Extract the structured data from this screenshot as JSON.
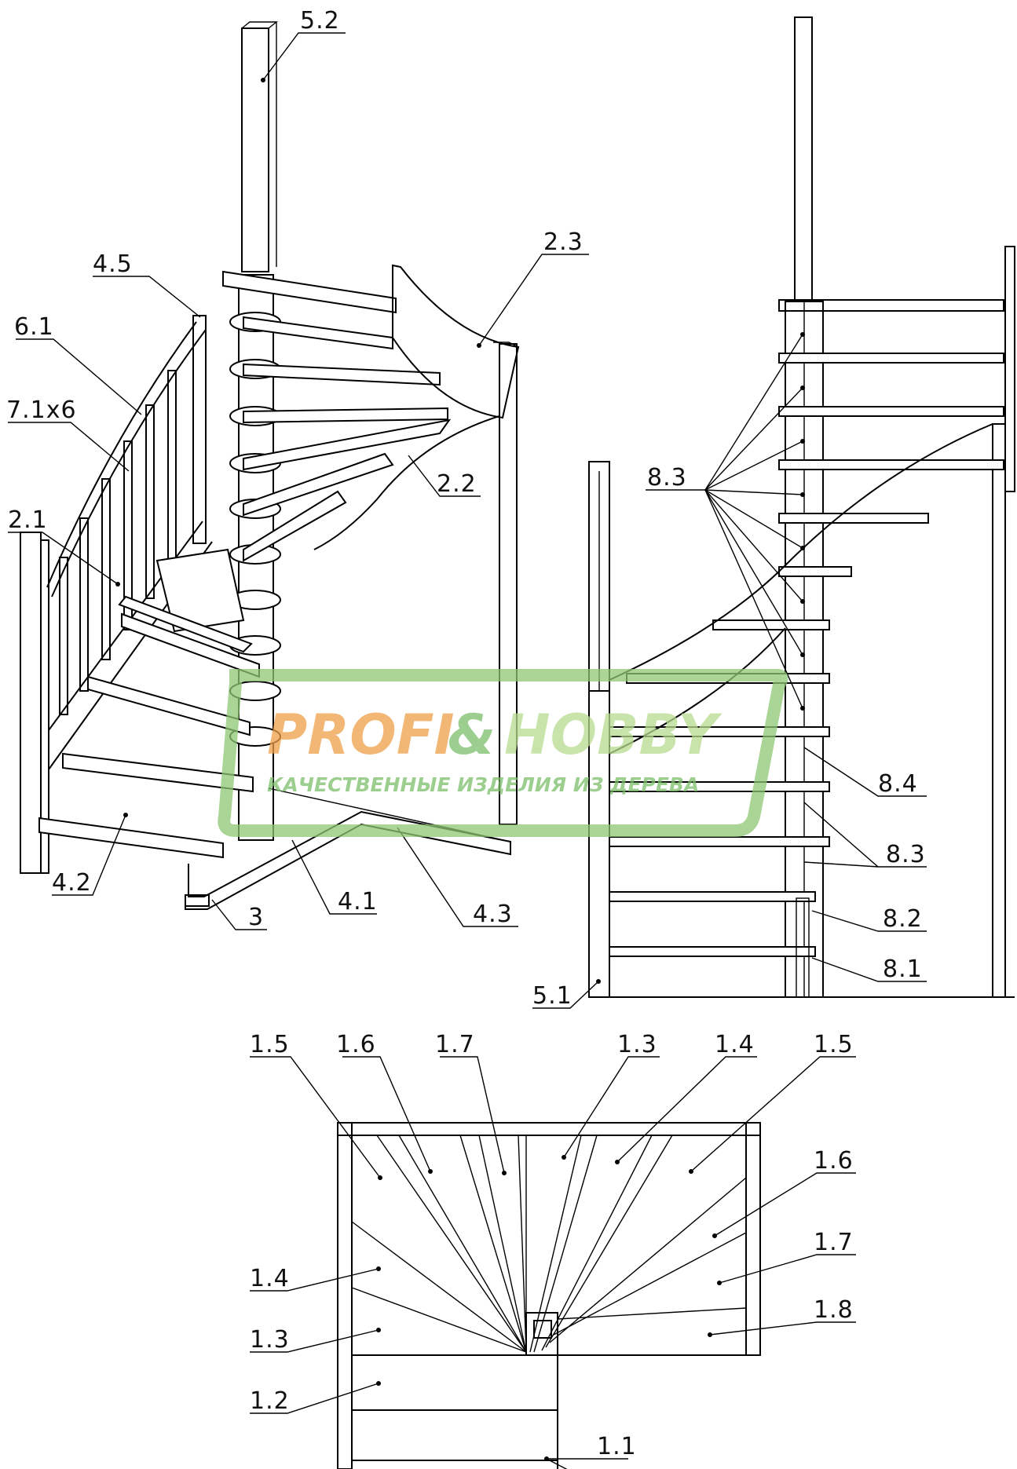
{
  "watermark": {
    "brand_part1": "PROFI",
    "brand_amp": "&",
    "brand_part2": "HOBBY",
    "tagline": "КАЧЕСТВЕННЫЕ ИЗДЕЛИЯ ИЗ ДЕРЕВА",
    "colors": {
      "orange": "#f0a048",
      "green": "#7cc06a",
      "light_green": "#b8dc90"
    }
  },
  "labels": {
    "iso": {
      "l_5_2": "5.2",
      "l_2_3": "2.3",
      "l_4_5": "4.5",
      "l_6_1": "6.1",
      "l_7_1x6": "7.1x6",
      "l_2_2": "2.2",
      "l_2_1": "2.1",
      "l_4_2": "4.2",
      "l_3": "3",
      "l_4_1": "4.1",
      "l_4_3": "4.3"
    },
    "side": {
      "l_8_3_a": "8.3",
      "l_8_4": "8.4",
      "l_8_3_b": "8.3",
      "l_8_2": "8.2",
      "l_8_1": "8.1",
      "l_5_1": "5.1"
    },
    "plan": {
      "l_1_5_a": "1.5",
      "l_1_6_a": "1.6",
      "l_1_7_a": "1.7",
      "l_1_3_a": "1.3",
      "l_1_4_a": "1.4",
      "l_1_5_b": "1.5",
      "l_1_6_b": "1.6",
      "l_1_7_b": "1.7",
      "l_1_8": "1.8",
      "l_1_4_b": "1.4",
      "l_1_3_b": "1.3",
      "l_1_2": "1.2",
      "l_1_1": "1.1"
    }
  }
}
